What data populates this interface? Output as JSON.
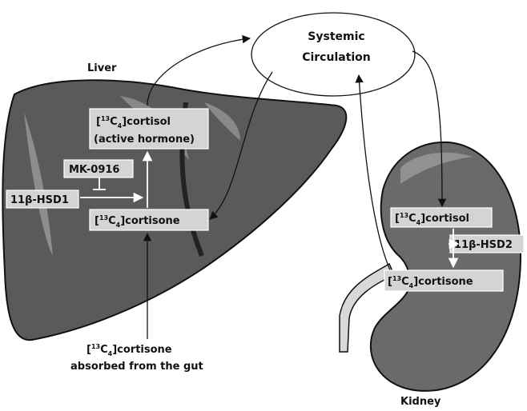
{
  "organs": {
    "liver": "Liver",
    "kidney": "Kidney"
  },
  "circulation": {
    "line1": "Systemic",
    "line2": "Circulation"
  },
  "liver": {
    "cortisol_open": "[",
    "cortisol_sup": "13",
    "cortisol_c": "C",
    "cortisol_sub": "4",
    "cortisol_rest": "]cortisol",
    "active_hormone": "(active hormone)",
    "inhibitor": "MK-0916",
    "enzyme": "11β-HSD1",
    "cortisone_open": "[",
    "cortisone_sup": "13",
    "cortisone_c": "C",
    "cortisone_sub": "4",
    "cortisone_rest": "]cortisone"
  },
  "gut": {
    "open": "[",
    "sup": "13",
    "c": "C",
    "sub": "4",
    "rest": "]cortisone",
    "line2": "absorbed from the gut"
  },
  "kidney": {
    "cortisol_open": "[",
    "cortisol_sup": "13",
    "cortisol_c": "C",
    "cortisol_sub": "4",
    "cortisol_rest": "]cortisol",
    "enzyme": "11β-HSD2",
    "cortisone_open": "[",
    "cortisone_sup": "13",
    "cortisone_c": "C",
    "cortisone_sub": "4",
    "cortisone_rest": "]cortisone"
  },
  "colors": {
    "organ_fill": "#5a5a5a",
    "organ_highlight": "#b8b8b8",
    "label_box": "#d4d4d4",
    "arrow": "#111111"
  }
}
